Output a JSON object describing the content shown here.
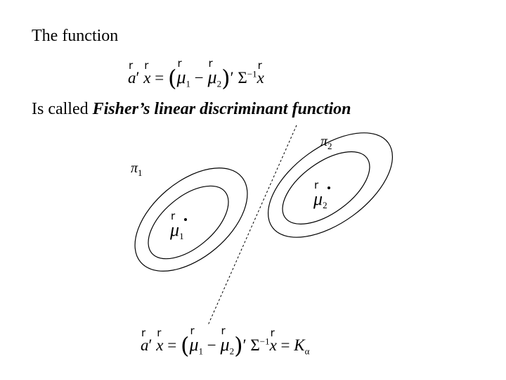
{
  "text": {
    "line1": "The function",
    "line2_prefix": "Is called ",
    "line2_emphasis": "Fisher’s linear discriminant function"
  },
  "equation1": {
    "a": "a",
    "prime": "′",
    "x": "x",
    "eq": "=",
    "mu": "μ",
    "sub1": "1",
    "minus": "−",
    "sub2": "2",
    "sigma": "Σ",
    "inv": "−1"
  },
  "equation2": {
    "rhs": "K",
    "rhs_sub": "α"
  },
  "diagram": {
    "pi1": "π",
    "pi1_sub": "1",
    "pi2": "π",
    "pi2_sub": "2",
    "mu1": "μ",
    "mu1_sub": "1",
    "mu2": "μ",
    "mu2_sub": "2"
  }
}
